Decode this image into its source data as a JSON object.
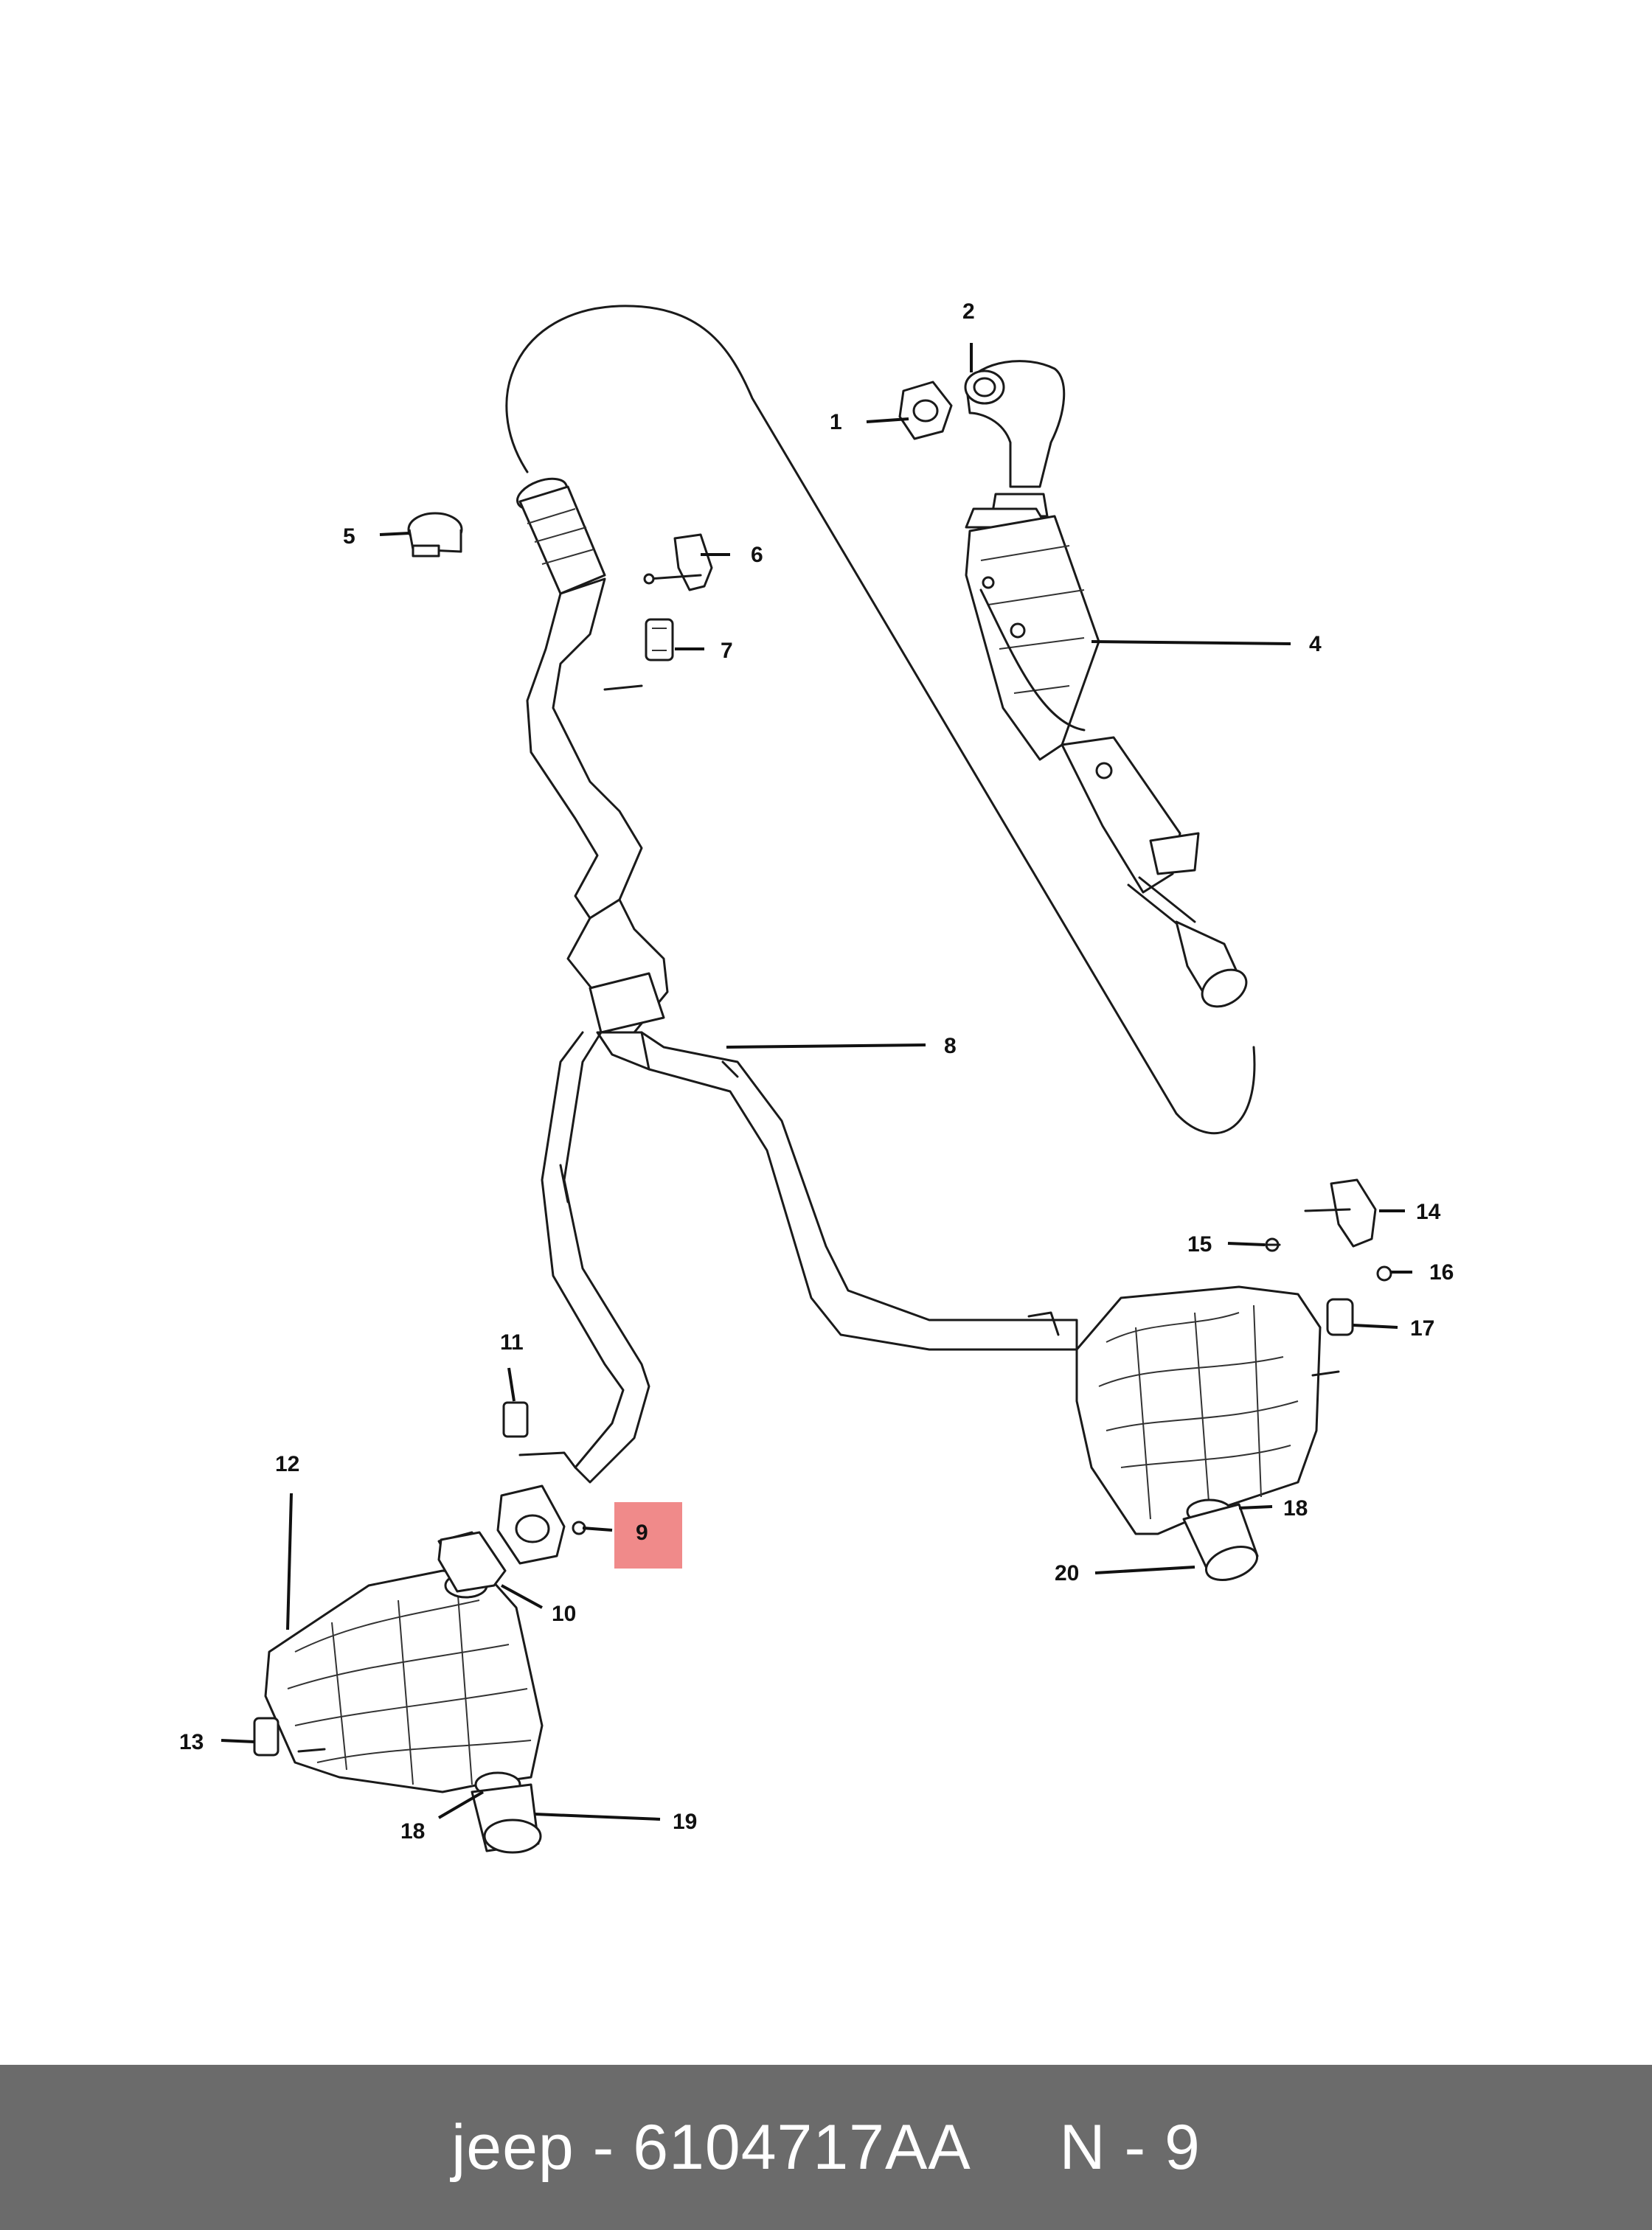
{
  "diagram": {
    "callouts": [
      "1",
      "2",
      "4",
      "5",
      "6",
      "7",
      "8",
      "9",
      "10",
      "11",
      "12",
      "13",
      "14",
      "15",
      "16",
      "17",
      "18",
      "18",
      "19",
      "20"
    ],
    "highlighted": "9",
    "highlight_color": "#f08a8a"
  },
  "footer": {
    "brand": "jeep",
    "separator": " - ",
    "part_number": "6104717AA",
    "gap": "     ",
    "item_label": "N - 9",
    "background": "#6b6b6b",
    "text_color": "#ffffff"
  }
}
